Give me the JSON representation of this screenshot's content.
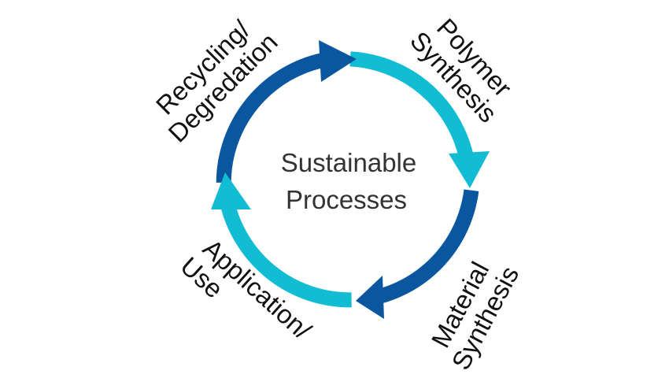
{
  "diagram": {
    "center": {
      "line1": "Sustainable",
      "line2": "Processes"
    },
    "stages": [
      {
        "line1": "Polymer",
        "line2": "Synthesis"
      },
      {
        "line1": "Material",
        "line2": "Synthesis"
      },
      {
        "line1": "Application/",
        "line2": "Use"
      },
      {
        "line1": "Recycling/",
        "line2": "Degredation"
      }
    ],
    "colors": {
      "dark_blue": "#0a57a0",
      "light_cyan": "#12bdd3",
      "center_text": "#333333",
      "label_text": "#111111"
    }
  }
}
